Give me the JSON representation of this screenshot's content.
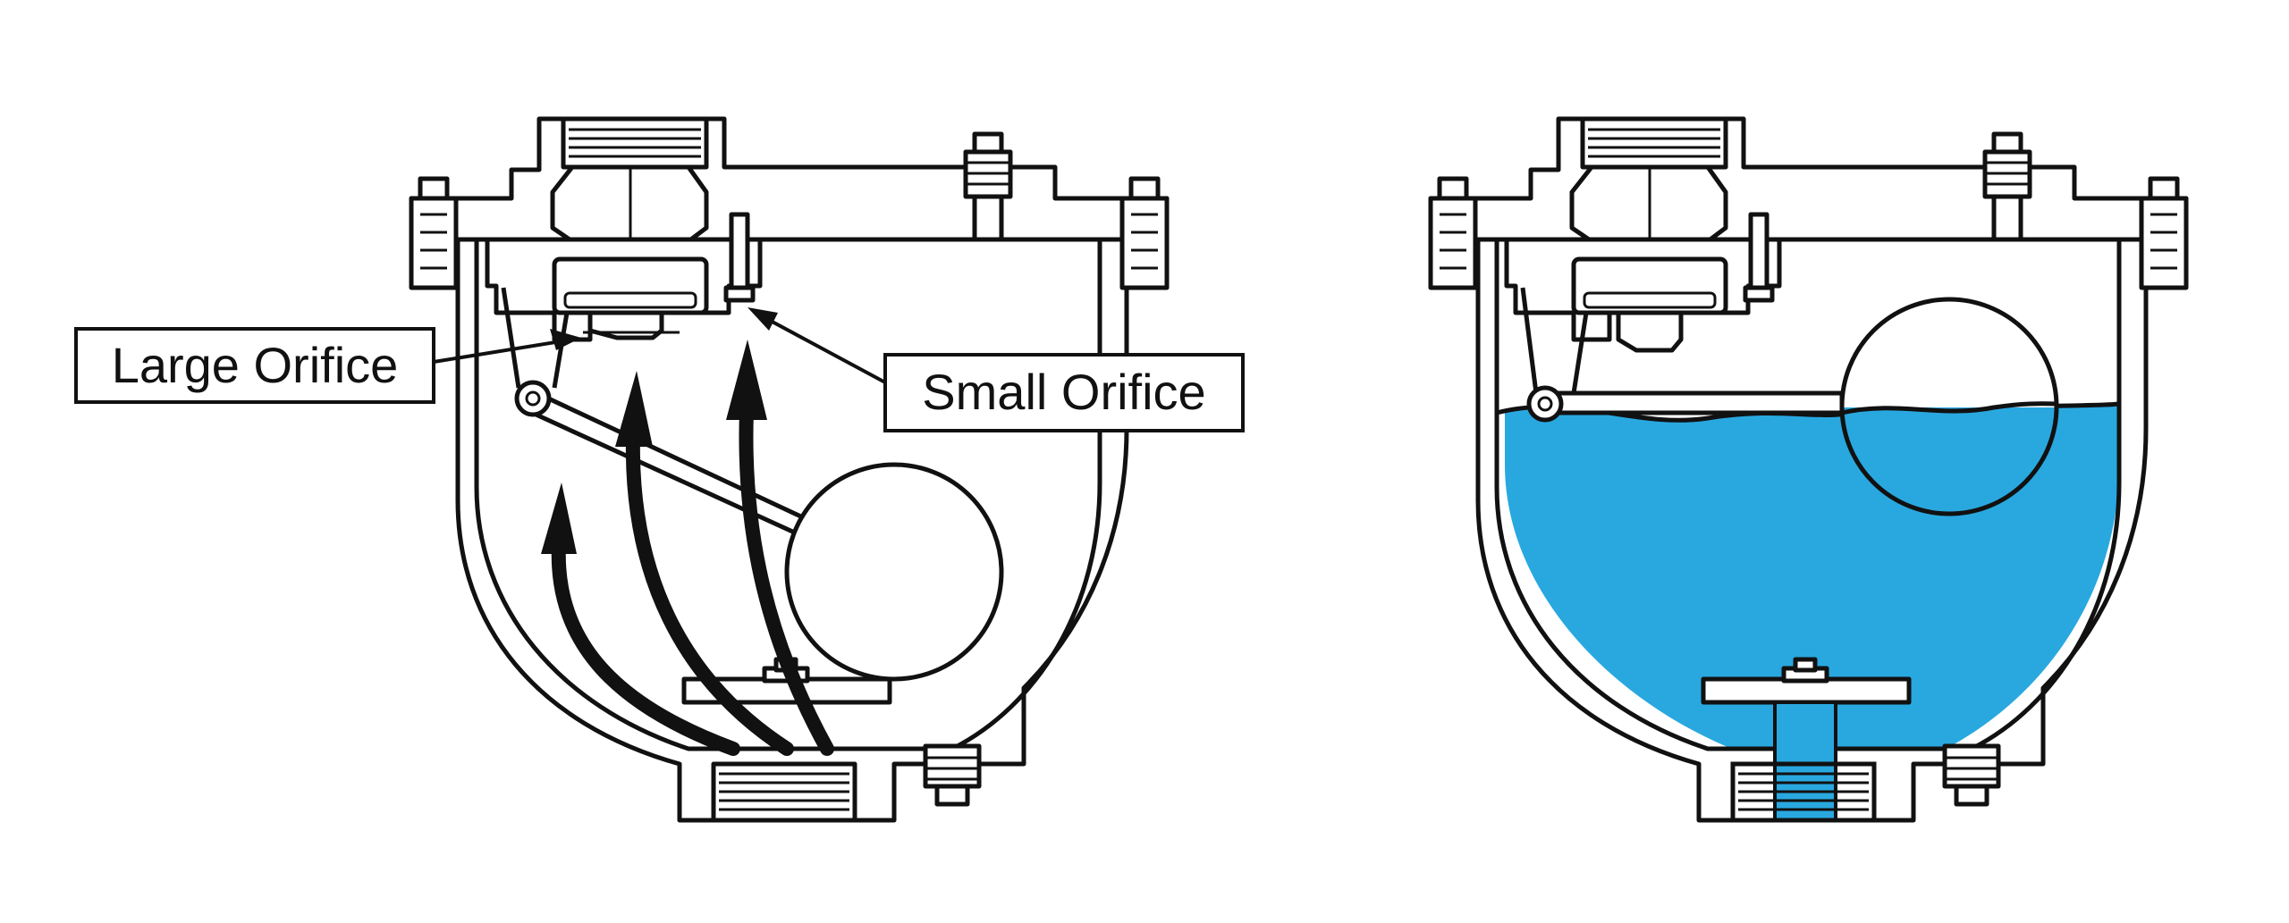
{
  "colors": {
    "line": "#111111",
    "background": "#ffffff",
    "water": "#29a8e0"
  },
  "panels": [
    {
      "state": "air-flow",
      "callouts": {
        "large_orifice": "Large Orifice",
        "small_orifice": "Small Orifice"
      },
      "arrow_count": 3
    },
    {
      "state": "water-filled",
      "callouts": {}
    }
  ]
}
